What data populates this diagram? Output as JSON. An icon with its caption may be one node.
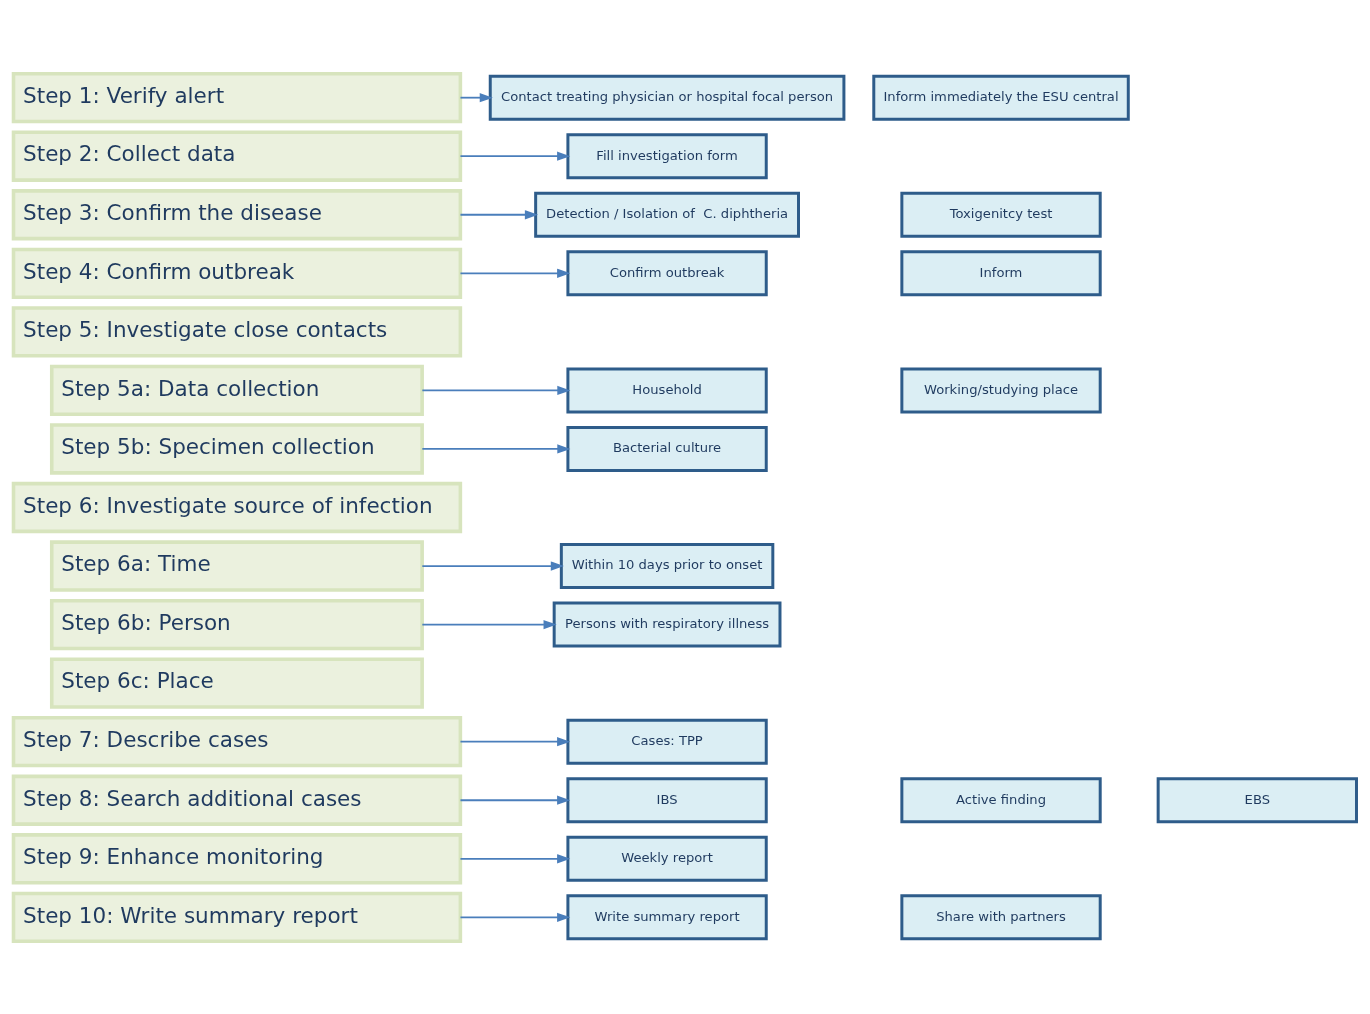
{
  "diagram": {
    "nodes": [
      {
        "text": [
          "Step 1: Verify alert"
        ]
      },
      {
        "text": [
          "Contact treating physician or hospital focal person"
        ]
      },
      {
        "text": [
          "Inform immediately the ESU central"
        ]
      },
      {
        "text": [
          "Step 2: Collect data"
        ]
      },
      {
        "text": [
          "Fill investigation form"
        ]
      },
      {
        "text": [
          "Step 3: Confirm the disease"
        ]
      },
      {
        "text": [
          "Detection / Isolation of  C. diphtheria"
        ]
      },
      {
        "text": [
          "Toxigenitcy test"
        ]
      },
      {
        "text": [
          "Step 4: Confirm outbreak"
        ]
      },
      {
        "text": [
          "Confirm outbreak"
        ]
      },
      {
        "text": [
          "Inform"
        ]
      },
      {
        "text": [
          "Step 5: Investigate close contacts"
        ]
      },
      {
        "text": [
          "Step 5a: Data collection"
        ]
      },
      {
        "text": [
          "Household"
        ]
      },
      {
        "text": [
          "Working/studying place"
        ]
      },
      {
        "text": [
          "Step 5b: Specimen collection"
        ]
      },
      {
        "text": [
          "Bacterial culture"
        ]
      },
      {
        "text": [
          "Step 6: Investigate source of infection"
        ]
      },
      {
        "text": [
          "Step 6a: Time"
        ]
      },
      {
        "text": [
          "Within 10 days prior to onset"
        ]
      },
      {
        "text": [
          "Step 6b: Person"
        ]
      },
      {
        "text": [
          "Persons with respiratory illness"
        ]
      },
      {
        "text": [
          "Step 6c: Place"
        ]
      },
      {
        "text": [
          "Step 7: Describe cases"
        ]
      },
      {
        "text": [
          "Cases: TPP"
        ]
      },
      {
        "text": [
          "Step 8: Search additional cases"
        ]
      },
      {
        "text": [
          "IBS"
        ]
      },
      {
        "text": [
          "Active finding"
        ]
      },
      {
        "text": [
          "EBS"
        ]
      },
      {
        "text": [
          "Step 9: Enhance monitoring"
        ]
      },
      {
        "text": [
          "Weekly report"
        ]
      },
      {
        "text": [
          "Step 10: Write summary report"
        ]
      },
      {
        "text": [
          "Write summary report"
        ]
      },
      {
        "text": [
          "Share with partners"
        ]
      }
    ],
    "edges": [
      {
        "from": 0,
        "to": 1,
        "arrow": "to"
      },
      {
        "from": 3,
        "to": 4,
        "arrow": "to"
      },
      {
        "from": 5,
        "to": 6,
        "arrow": "to"
      },
      {
        "from": 8,
        "to": 9,
        "arrow": "to"
      },
      {
        "from": 12,
        "to": 13,
        "arrow": "to"
      },
      {
        "from": 15,
        "to": 16,
        "arrow": "to"
      },
      {
        "from": 18,
        "to": 19,
        "arrow": "to"
      },
      {
        "from": 20,
        "to": 21,
        "arrow": "to"
      },
      {
        "from": 23,
        "to": 24,
        "arrow": "to"
      },
      {
        "from": 25,
        "to": 26,
        "arrow": "to"
      },
      {
        "from": 29,
        "to": 30,
        "arrow": "to"
      },
      {
        "from": 31,
        "to": 32,
        "arrow": "to"
      }
    ]
  }
}
